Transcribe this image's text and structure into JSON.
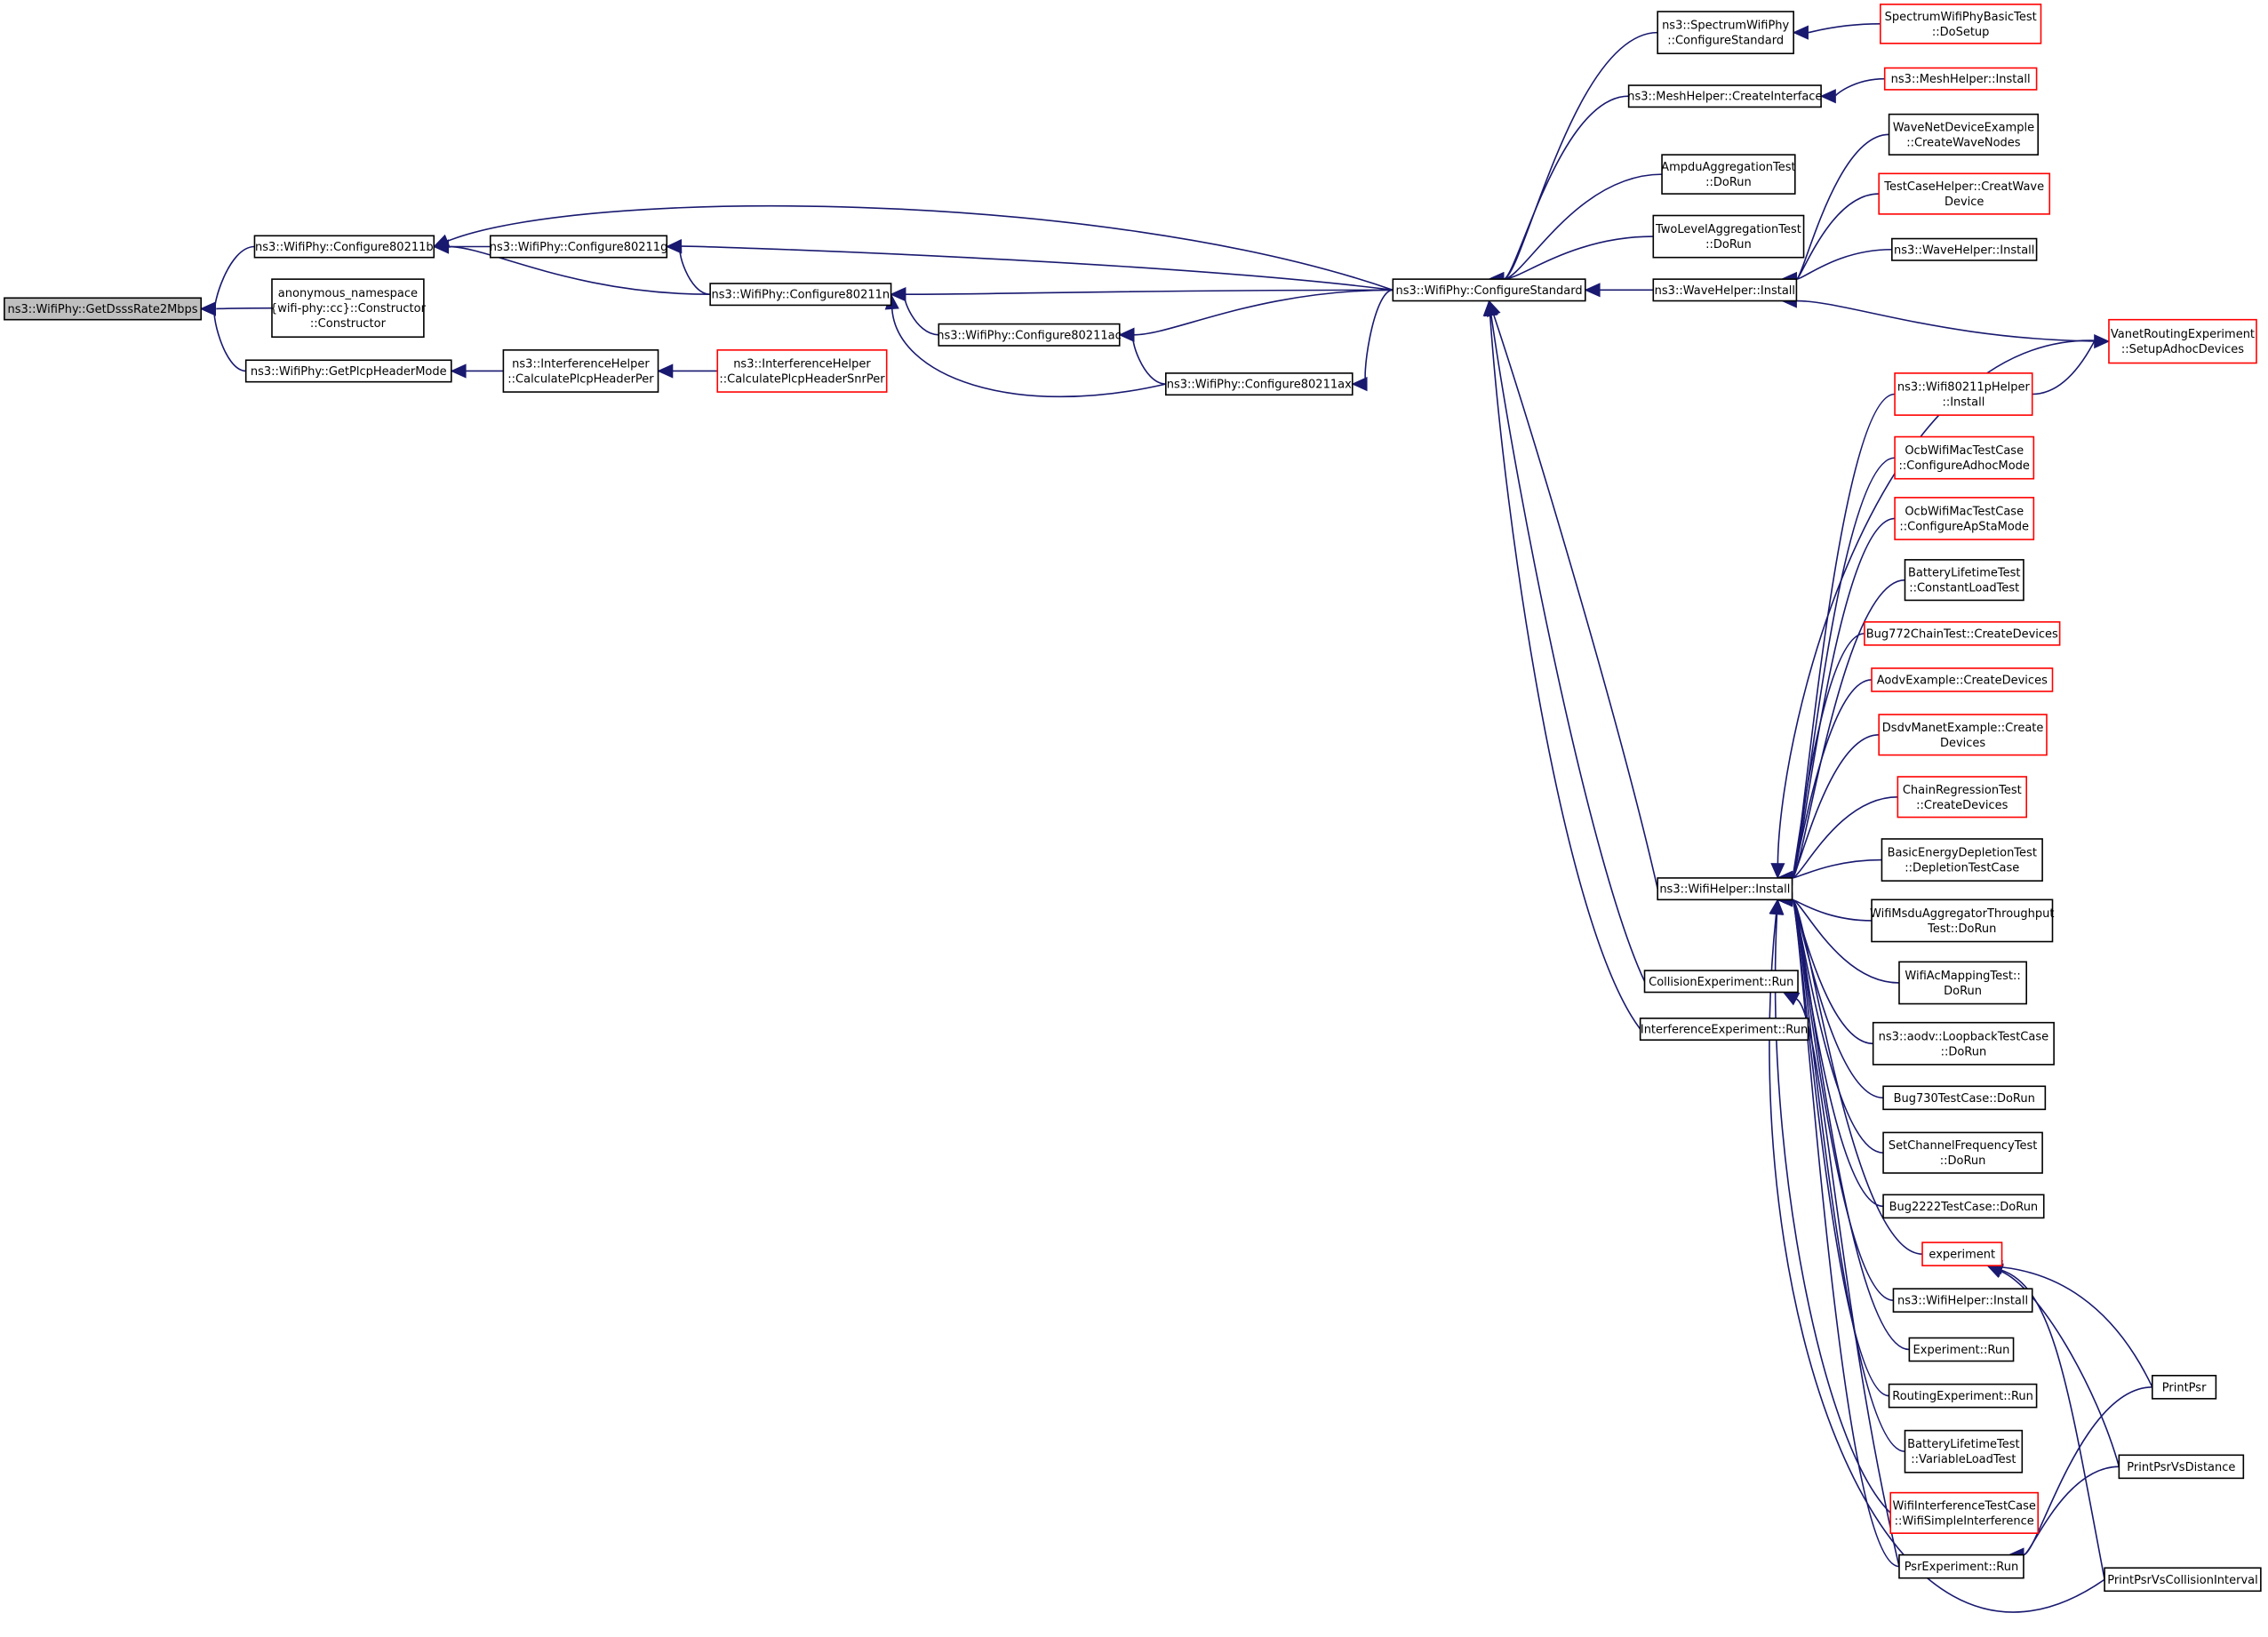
{
  "colors": {
    "edge": "#191970",
    "box_black": "#000000",
    "box_red": "#ff0000",
    "root_fill": "#bfbfbf",
    "background": "#ffffff"
  },
  "nodes": [
    {
      "id": "root",
      "lines": [
        "ns3::WifiPhy::GetDsssRate2Mbps"
      ],
      "style": "root"
    },
    {
      "id": "c80211b",
      "lines": [
        "ns3::WifiPhy::Configure80211b"
      ],
      "style": "black"
    },
    {
      "id": "anon",
      "lines": [
        "anonymous_namespace",
        "{wifi-phy::cc}::Constructor",
        "::Constructor"
      ],
      "style": "black"
    },
    {
      "id": "getplcp",
      "lines": [
        "ns3::WifiPhy::GetPlcpHeaderMode"
      ],
      "style": "black"
    },
    {
      "id": "c80211g",
      "lines": [
        "ns3::WifiPhy::Configure80211g"
      ],
      "style": "black"
    },
    {
      "id": "calcper",
      "lines": [
        "ns3::InterferenceHelper",
        "::CalculatePlcpHeaderPer"
      ],
      "style": "black"
    },
    {
      "id": "calcsnr",
      "lines": [
        "ns3::InterferenceHelper",
        "::CalculatePlcpHeaderSnrPer"
      ],
      "style": "red"
    },
    {
      "id": "c80211n",
      "lines": [
        "ns3::WifiPhy::Configure80211n"
      ],
      "style": "black"
    },
    {
      "id": "c80211ac",
      "lines": [
        "ns3::WifiPhy::Configure80211ac"
      ],
      "style": "black"
    },
    {
      "id": "c80211ax",
      "lines": [
        "ns3::WifiPhy::Configure80211ax"
      ],
      "style": "black"
    },
    {
      "id": "cstd",
      "lines": [
        "ns3::WifiPhy::ConfigureStandard"
      ],
      "style": "black"
    },
    {
      "id": "specstd",
      "lines": [
        "ns3::SpectrumWifiPhy",
        "::ConfigureStandard"
      ],
      "style": "black"
    },
    {
      "id": "meshci",
      "lines": [
        "ns3::MeshHelper::CreateInterface"
      ],
      "style": "black"
    },
    {
      "id": "ampdu",
      "lines": [
        "AmpduAggregationTest",
        "::DoRun"
      ],
      "style": "black"
    },
    {
      "id": "twolevel",
      "lines": [
        "TwoLevelAggregationTest",
        "::DoRun"
      ],
      "style": "black"
    },
    {
      "id": "waveinst",
      "lines": [
        "ns3::WaveHelper::Install"
      ],
      "style": "black"
    },
    {
      "id": "wifiinst",
      "lines": [
        "ns3::WifiHelper::Install"
      ],
      "style": "black"
    },
    {
      "id": "collrun",
      "lines": [
        "CollisionExperiment::Run"
      ],
      "style": "black"
    },
    {
      "id": "intrun",
      "lines": [
        "InterferenceExperiment::Run"
      ],
      "style": "black"
    },
    {
      "id": "specbasic",
      "lines": [
        "SpectrumWifiPhyBasicTest",
        "::DoSetup"
      ],
      "style": "red"
    },
    {
      "id": "meshinst",
      "lines": [
        "ns3::MeshHelper::Install"
      ],
      "style": "red"
    },
    {
      "id": "wavenet",
      "lines": [
        "WaveNetDeviceExample",
        "::CreateWaveNodes"
      ],
      "style": "black"
    },
    {
      "id": "tchelper",
      "lines": [
        "TestCaseHelper::CreatWave",
        "Device"
      ],
      "style": "red"
    },
    {
      "id": "wavehinst",
      "lines": [
        "ns3::WaveHelper::Install"
      ],
      "style": "black"
    },
    {
      "id": "vanet",
      "lines": [
        "VanetRoutingExperiment",
        "::SetupAdhocDevices"
      ],
      "style": "red"
    },
    {
      "id": "wifi80211p",
      "lines": [
        "ns3::Wifi80211pHelper",
        "::Install"
      ],
      "style": "red"
    },
    {
      "id": "ocbadhoc",
      "lines": [
        "OcbWifiMacTestCase",
        "::ConfigureAdhocMode"
      ],
      "style": "red"
    },
    {
      "id": "ocbapsta",
      "lines": [
        "OcbWifiMacTestCase",
        "::ConfigureApStaMode"
      ],
      "style": "red"
    },
    {
      "id": "battconst",
      "lines": [
        "BatteryLifetimeTest",
        "::ConstantLoadTest"
      ],
      "style": "black"
    },
    {
      "id": "bug772",
      "lines": [
        "Bug772ChainTest::CreateDevices"
      ],
      "style": "red"
    },
    {
      "id": "aodvex",
      "lines": [
        "AodvExample::CreateDevices"
      ],
      "style": "red"
    },
    {
      "id": "dsdv",
      "lines": [
        "DsdvManetExample::Create",
        "Devices"
      ],
      "style": "red"
    },
    {
      "id": "chainreg",
      "lines": [
        "ChainRegressionTest",
        "::CreateDevices"
      ],
      "style": "red"
    },
    {
      "id": "basicenergy",
      "lines": [
        "BasicEnergyDepletionTest",
        "::DepletionTestCase"
      ],
      "style": "black"
    },
    {
      "id": "msduagg",
      "lines": [
        "WifiMsduAggregatorThroughput",
        "Test::DoRun"
      ],
      "style": "black"
    },
    {
      "id": "acmap",
      "lines": [
        "WifiAcMappingTest::",
        "DoRun"
      ],
      "style": "black"
    },
    {
      "id": "loopback",
      "lines": [
        "ns3::aodv::LoopbackTestCase",
        "::DoRun"
      ],
      "style": "black"
    },
    {
      "id": "bug730",
      "lines": [
        "Bug730TestCase::DoRun"
      ],
      "style": "black"
    },
    {
      "id": "setchan",
      "lines": [
        "SetChannelFrequencyTest",
        "::DoRun"
      ],
      "style": "black"
    },
    {
      "id": "bug2222",
      "lines": [
        "Bug2222TestCase::DoRun"
      ],
      "style": "black"
    },
    {
      "id": "experiment",
      "lines": [
        "experiment"
      ],
      "style": "red"
    },
    {
      "id": "wifihinst2",
      "lines": [
        "ns3::WifiHelper::Install"
      ],
      "style": "black"
    },
    {
      "id": "exprun",
      "lines": [
        "Experiment::Run"
      ],
      "style": "black"
    },
    {
      "id": "routrun",
      "lines": [
        "RoutingExperiment::Run"
      ],
      "style": "black"
    },
    {
      "id": "battvar",
      "lines": [
        "BatteryLifetimeTest",
        "::VariableLoadTest"
      ],
      "style": "black"
    },
    {
      "id": "wifiinterf",
      "lines": [
        "WifiInterferenceTestCase",
        "::WifiSimpleInterference"
      ],
      "style": "red"
    },
    {
      "id": "psrrun",
      "lines": [
        "PsrExperiment::Run"
      ],
      "style": "black"
    },
    {
      "id": "printpsr",
      "lines": [
        "PrintPsr"
      ],
      "style": "black"
    },
    {
      "id": "printpsrdist",
      "lines": [
        "PrintPsrVsDistance"
      ],
      "style": "black"
    },
    {
      "id": "printpsrcoll",
      "lines": [
        "PrintPsrVsCollisionInterval"
      ],
      "style": "black"
    }
  ]
}
